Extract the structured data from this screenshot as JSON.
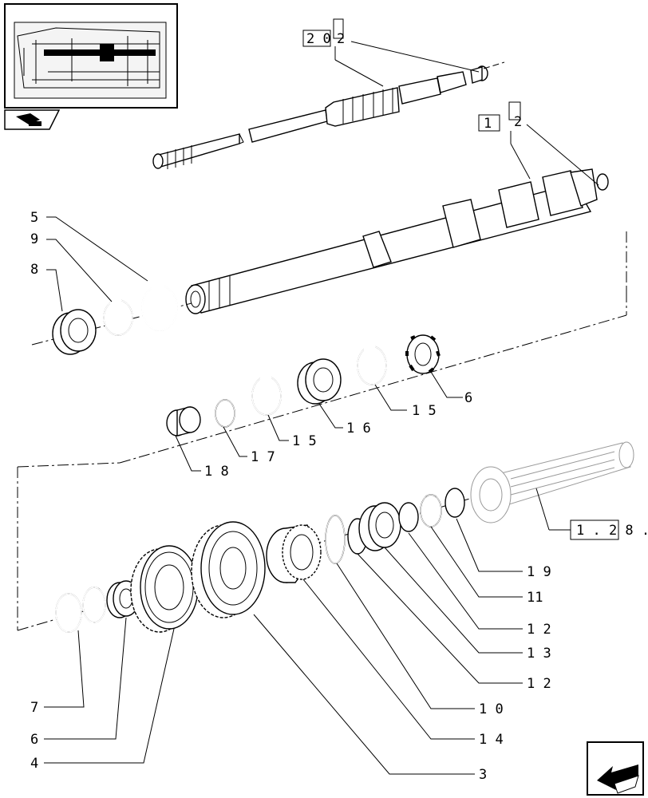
{
  "refs": {
    "top_ref": {
      "box": "2 0",
      "sub": "2"
    },
    "mid_ref": {
      "box": "1",
      "sub": "2"
    },
    "side_ref": {
      "text": "1 . 2 8 ."
    }
  },
  "callouts": [
    {
      "id": "c5",
      "text": "5"
    },
    {
      "id": "c9",
      "text": "9"
    },
    {
      "id": "c8",
      "text": "8"
    },
    {
      "id": "c6a",
      "text": "6"
    },
    {
      "id": "c15a",
      "text": "1 5"
    },
    {
      "id": "c16",
      "text": "1 6"
    },
    {
      "id": "c15b",
      "text": "1 5"
    },
    {
      "id": "c17",
      "text": "1 7"
    },
    {
      "id": "c18",
      "text": "1 8"
    },
    {
      "id": "c19",
      "text": "1 9"
    },
    {
      "id": "c11",
      "text": "11"
    },
    {
      "id": "c12a",
      "text": "1 2"
    },
    {
      "id": "c13",
      "text": "1 3"
    },
    {
      "id": "c12b",
      "text": "1 2"
    },
    {
      "id": "c10",
      "text": "1 0"
    },
    {
      "id": "c14",
      "text": "1 4"
    },
    {
      "id": "c3",
      "text": "3"
    },
    {
      "id": "c7",
      "text": "7"
    },
    {
      "id": "c6b",
      "text": "6"
    },
    {
      "id": "c4",
      "text": "4"
    }
  ],
  "icons": {
    "thumbnail": "transmission-locator-thumbnail",
    "book": "manual-book-icon",
    "nav": "previous-page-arrow-icon"
  }
}
